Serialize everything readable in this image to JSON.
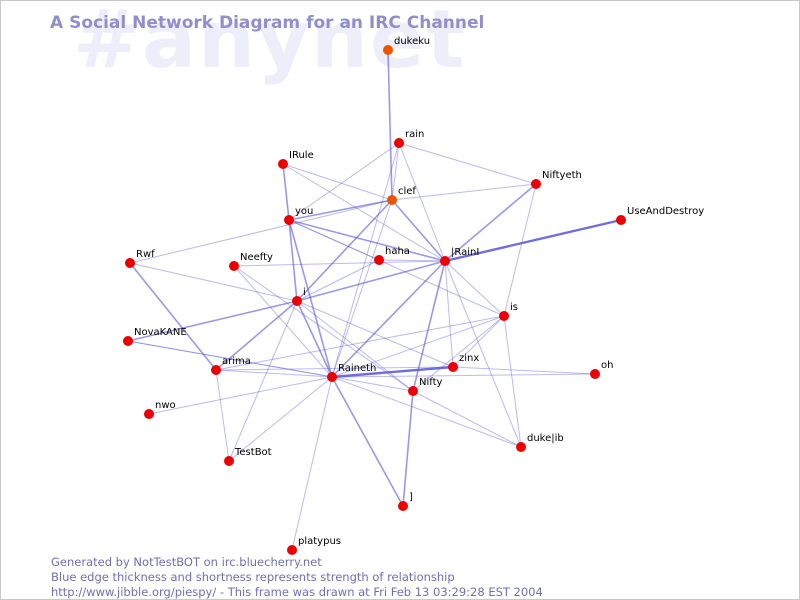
{
  "watermark": "#anynet",
  "title": "A Social Network Diagram for an IRC Channel",
  "footer": {
    "line1": "Generated by NotTestBOT on irc.bluecherry.net",
    "line2": "Blue edge thickness and shortness represents strength of relationship",
    "line3": "http://www.jibble.org/piespy/ - This frame was drawn at Fri Feb 13 03:29:28 EST 2004"
  },
  "colors": {
    "node": "#ee0000",
    "node_highlight": "#ee5500",
    "edge": "#5555dd",
    "label": "#000000",
    "title": "#8f8fd0",
    "watermark": "#eeeefb",
    "footer": "#6f6fb8"
  },
  "nodes": [
    {
      "id": "dukeku",
      "label": "dukeku",
      "highlight": true
    },
    {
      "id": "rain",
      "label": "rain"
    },
    {
      "id": "IRule",
      "label": "IRule"
    },
    {
      "id": "Niftyeth",
      "label": "Niftyeth"
    },
    {
      "id": "clef",
      "label": "clef",
      "highlight": true
    },
    {
      "id": "UseAndDestroy",
      "label": "UseAndDestroy"
    },
    {
      "id": "you",
      "label": "you"
    },
    {
      "id": "Rwf",
      "label": "Rwf"
    },
    {
      "id": "Neefty",
      "label": "Neefty"
    },
    {
      "id": "haha",
      "label": "haha"
    },
    {
      "id": "IRainI",
      "label": "|RainI"
    },
    {
      "id": "i",
      "label": "i"
    },
    {
      "id": "is",
      "label": "is"
    },
    {
      "id": "NovaKANE",
      "label": "NovaKANE"
    },
    {
      "id": "arima",
      "label": "arima"
    },
    {
      "id": "Raineth",
      "label": "Raineth"
    },
    {
      "id": "zinx",
      "label": "zinx"
    },
    {
      "id": "Nifty",
      "label": "Nifty"
    },
    {
      "id": "oh",
      "label": "oh"
    },
    {
      "id": "nwo",
      "label": "nwo"
    },
    {
      "id": "dukejib",
      "label": "duke|ib"
    },
    {
      "id": "TestBot",
      "label": "TestBot"
    },
    {
      "id": "bracket",
      "label": "]"
    },
    {
      "id": "platypus",
      "label": "platypus"
    }
  ],
  "edges": [
    {
      "source": "dukeku",
      "target": "clef",
      "weight": 2
    },
    {
      "source": "rain",
      "target": "clef",
      "weight": 1
    },
    {
      "source": "rain",
      "target": "Niftyeth",
      "weight": 1
    },
    {
      "source": "rain",
      "target": "you",
      "weight": 1
    },
    {
      "source": "rain",
      "target": "IRainI",
      "weight": 1
    },
    {
      "source": "rain",
      "target": "Raineth",
      "weight": 1
    },
    {
      "source": "IRule",
      "target": "you",
      "weight": 2
    },
    {
      "source": "IRule",
      "target": "clef",
      "weight": 1
    },
    {
      "source": "IRule",
      "target": "IRainI",
      "weight": 1
    },
    {
      "source": "Niftyeth",
      "target": "IRainI",
      "weight": 2
    },
    {
      "source": "Niftyeth",
      "target": "clef",
      "weight": 1
    },
    {
      "source": "Niftyeth",
      "target": "is",
      "weight": 1
    },
    {
      "source": "clef",
      "target": "you",
      "weight": 2
    },
    {
      "source": "clef",
      "target": "i",
      "weight": 2
    },
    {
      "source": "clef",
      "target": "IRainI",
      "weight": 2
    },
    {
      "source": "clef",
      "target": "Raineth",
      "weight": 1
    },
    {
      "source": "clef",
      "target": "Rwf",
      "weight": 1
    },
    {
      "source": "UseAndDestroy",
      "target": "IRainI",
      "weight": 3
    },
    {
      "source": "you",
      "target": "i",
      "weight": 2
    },
    {
      "source": "you",
      "target": "IRainI",
      "weight": 2
    },
    {
      "source": "you",
      "target": "Raineth",
      "weight": 2
    },
    {
      "source": "you",
      "target": "haha",
      "weight": 1
    },
    {
      "source": "you",
      "target": "is",
      "weight": 1
    },
    {
      "source": "Rwf",
      "target": "i",
      "weight": 1
    },
    {
      "source": "Rwf",
      "target": "arima",
      "weight": 2
    },
    {
      "source": "Neefty",
      "target": "IRainI",
      "weight": 1
    },
    {
      "source": "Neefty",
      "target": "Raineth",
      "weight": 1
    },
    {
      "source": "Neefty",
      "target": "Nifty",
      "weight": 1
    },
    {
      "source": "haha",
      "target": "IRainI",
      "weight": 1
    },
    {
      "source": "haha",
      "target": "i",
      "weight": 1
    },
    {
      "source": "IRainI",
      "target": "i",
      "weight": 2
    },
    {
      "source": "IRainI",
      "target": "Raineth",
      "weight": 2
    },
    {
      "source": "IRainI",
      "target": "Nifty",
      "weight": 2
    },
    {
      "source": "IRainI",
      "target": "is",
      "weight": 1
    },
    {
      "source": "IRainI",
      "target": "zinx",
      "weight": 1
    },
    {
      "source": "IRainI",
      "target": "dukejib",
      "weight": 1
    },
    {
      "source": "i",
      "target": "Raineth",
      "weight": 2
    },
    {
      "source": "i",
      "target": "NovaKANE",
      "weight": 2
    },
    {
      "source": "i",
      "target": "arima",
      "weight": 2
    },
    {
      "source": "i",
      "target": "TestBot",
      "weight": 1
    },
    {
      "source": "i",
      "target": "zinx",
      "weight": 1
    },
    {
      "source": "i",
      "target": "Nifty",
      "weight": 1
    },
    {
      "source": "is",
      "target": "Raineth",
      "weight": 1
    },
    {
      "source": "is",
      "target": "zinx",
      "weight": 1
    },
    {
      "source": "is",
      "target": "arima",
      "weight": 1
    },
    {
      "source": "is",
      "target": "Nifty",
      "weight": 1
    },
    {
      "source": "is",
      "target": "dukejib",
      "weight": 1
    },
    {
      "source": "NovaKANE",
      "target": "Raineth",
      "weight": 1
    },
    {
      "source": "NovaKANE",
      "target": "Nifty",
      "weight": 1
    },
    {
      "source": "arima",
      "target": "Raineth",
      "weight": 1
    },
    {
      "source": "arima",
      "target": "TestBot",
      "weight": 1
    },
    {
      "source": "arima",
      "target": "zinx",
      "weight": 1
    },
    {
      "source": "Raineth",
      "target": "zinx",
      "weight": 3
    },
    {
      "source": "Raineth",
      "target": "nwo",
      "weight": 1
    },
    {
      "source": "Raineth",
      "target": "TestBot",
      "weight": 1
    },
    {
      "source": "Raineth",
      "target": "bracket",
      "weight": 2
    },
    {
      "source": "Raineth",
      "target": "platypus",
      "weight": 1
    },
    {
      "source": "Raineth",
      "target": "dukejib",
      "weight": 1
    },
    {
      "source": "Raineth",
      "target": "oh",
      "weight": 1
    },
    {
      "source": "Nifty",
      "target": "bracket",
      "weight": 2
    },
    {
      "source": "Nifty",
      "target": "dukejib",
      "weight": 1
    },
    {
      "source": "zinx",
      "target": "oh",
      "weight": 1
    }
  ]
}
